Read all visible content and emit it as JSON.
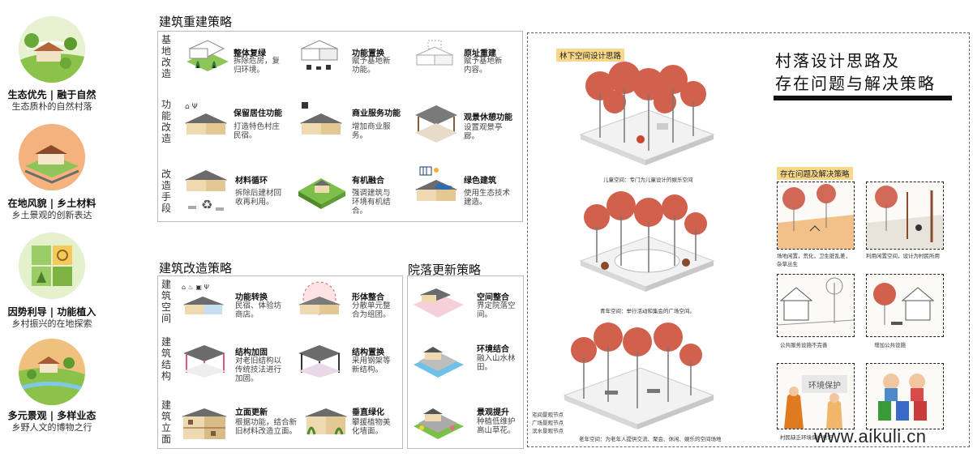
{
  "left": [
    {
      "title": "生态优先 | 融于自然",
      "sub": "生态质朴的自然村落"
    },
    {
      "title": "在地风貌 | 乡土材料",
      "sub": "乡土景观的创新表达"
    },
    {
      "title": "因势利导 | 功能植入",
      "sub": "乡村振兴的在地探索"
    },
    {
      "title": "多元景观 | 多样业态",
      "sub": "乡野人文的博物之行"
    }
  ],
  "rebuild": {
    "title": "建筑重建策略",
    "groups": [
      "基地改造",
      "功能改造",
      "改造手段"
    ],
    "items": [
      {
        "title": "整体复绿",
        "desc": "拆除危房，复归环境。"
      },
      {
        "title": "功能置换",
        "desc": "赋予基地新功能。"
      },
      {
        "title": "原址重建",
        "desc": "赋予基地新内容。"
      },
      {
        "title": "保留居住功能",
        "desc": "打造特色村庄民宿。"
      },
      {
        "title": "商业服务功能",
        "desc": "增加商业服务。"
      },
      {
        "title": "观景休憩功能",
        "desc": "设置观景亭廊。"
      },
      {
        "title": "材料循环",
        "desc": "拆除后建材回收再利用。"
      },
      {
        "title": "有机融合",
        "desc": "强调建筑与环境有机结合。"
      },
      {
        "title": "绿色建筑",
        "desc": "使用生态技术建造。"
      }
    ]
  },
  "renovate": {
    "title": "建筑改造策略",
    "groups": [
      "建筑空间",
      "建筑结构",
      "建筑立面"
    ],
    "items": [
      {
        "title": "功能转换",
        "desc": "民宿、体验坊商店。"
      },
      {
        "title": "形体整合",
        "desc": "分散单元整合为组团。"
      },
      {
        "title": "结构加固",
        "desc": "对老旧结构以传统技法进行加固。"
      },
      {
        "title": "结构置换",
        "desc": "采用钢架等新结构。"
      },
      {
        "title": "立面更新",
        "desc": "根据功能，结合新旧材料改造立面。"
      },
      {
        "title": "垂直绿化",
        "desc": "攀援植物美化墙面。"
      }
    ]
  },
  "courtyard": {
    "title": "院落更新策略",
    "items": [
      {
        "title": "空间整合",
        "desc": "界定院落空间。"
      },
      {
        "title": "环境结合",
        "desc": "融入山水林田。"
      },
      {
        "title": "景观提升",
        "desc": "种植低维护高山草花。"
      }
    ]
  },
  "forest": {
    "tag": "林下空间设计思路",
    "captions": [
      "儿童空间：专门为儿童设计的娱乐空间",
      "青年空间：举行活动和集会的广场空间。",
      "老年空间：为老年人提供交流、聚会、休闲、娱乐的空间场地"
    ],
    "legend": [
      "宅间景观节点",
      "广场景观节点",
      "滨水景观节点"
    ]
  },
  "village": {
    "title_line1": "村落设计思路及",
    "title_line2": "存在问题与解决策略",
    "tag": "存在问题及解决策略",
    "problems": [
      "场地闲置，荒化，卫生脏乱差，杂草丛生",
      "利用闲置空间，设计为村民所用",
      "公共服务设施不完善",
      "增加公共设施",
      "村民缺乏环境保护意识",
      ""
    ],
    "sign_text": "环境保护"
  },
  "watermark": "www.aikuli.cn",
  "colors": {
    "green": "#7dbd4a",
    "orange": "#f4a261",
    "red": "#c9452f",
    "sky": "#e8f4d8"
  }
}
